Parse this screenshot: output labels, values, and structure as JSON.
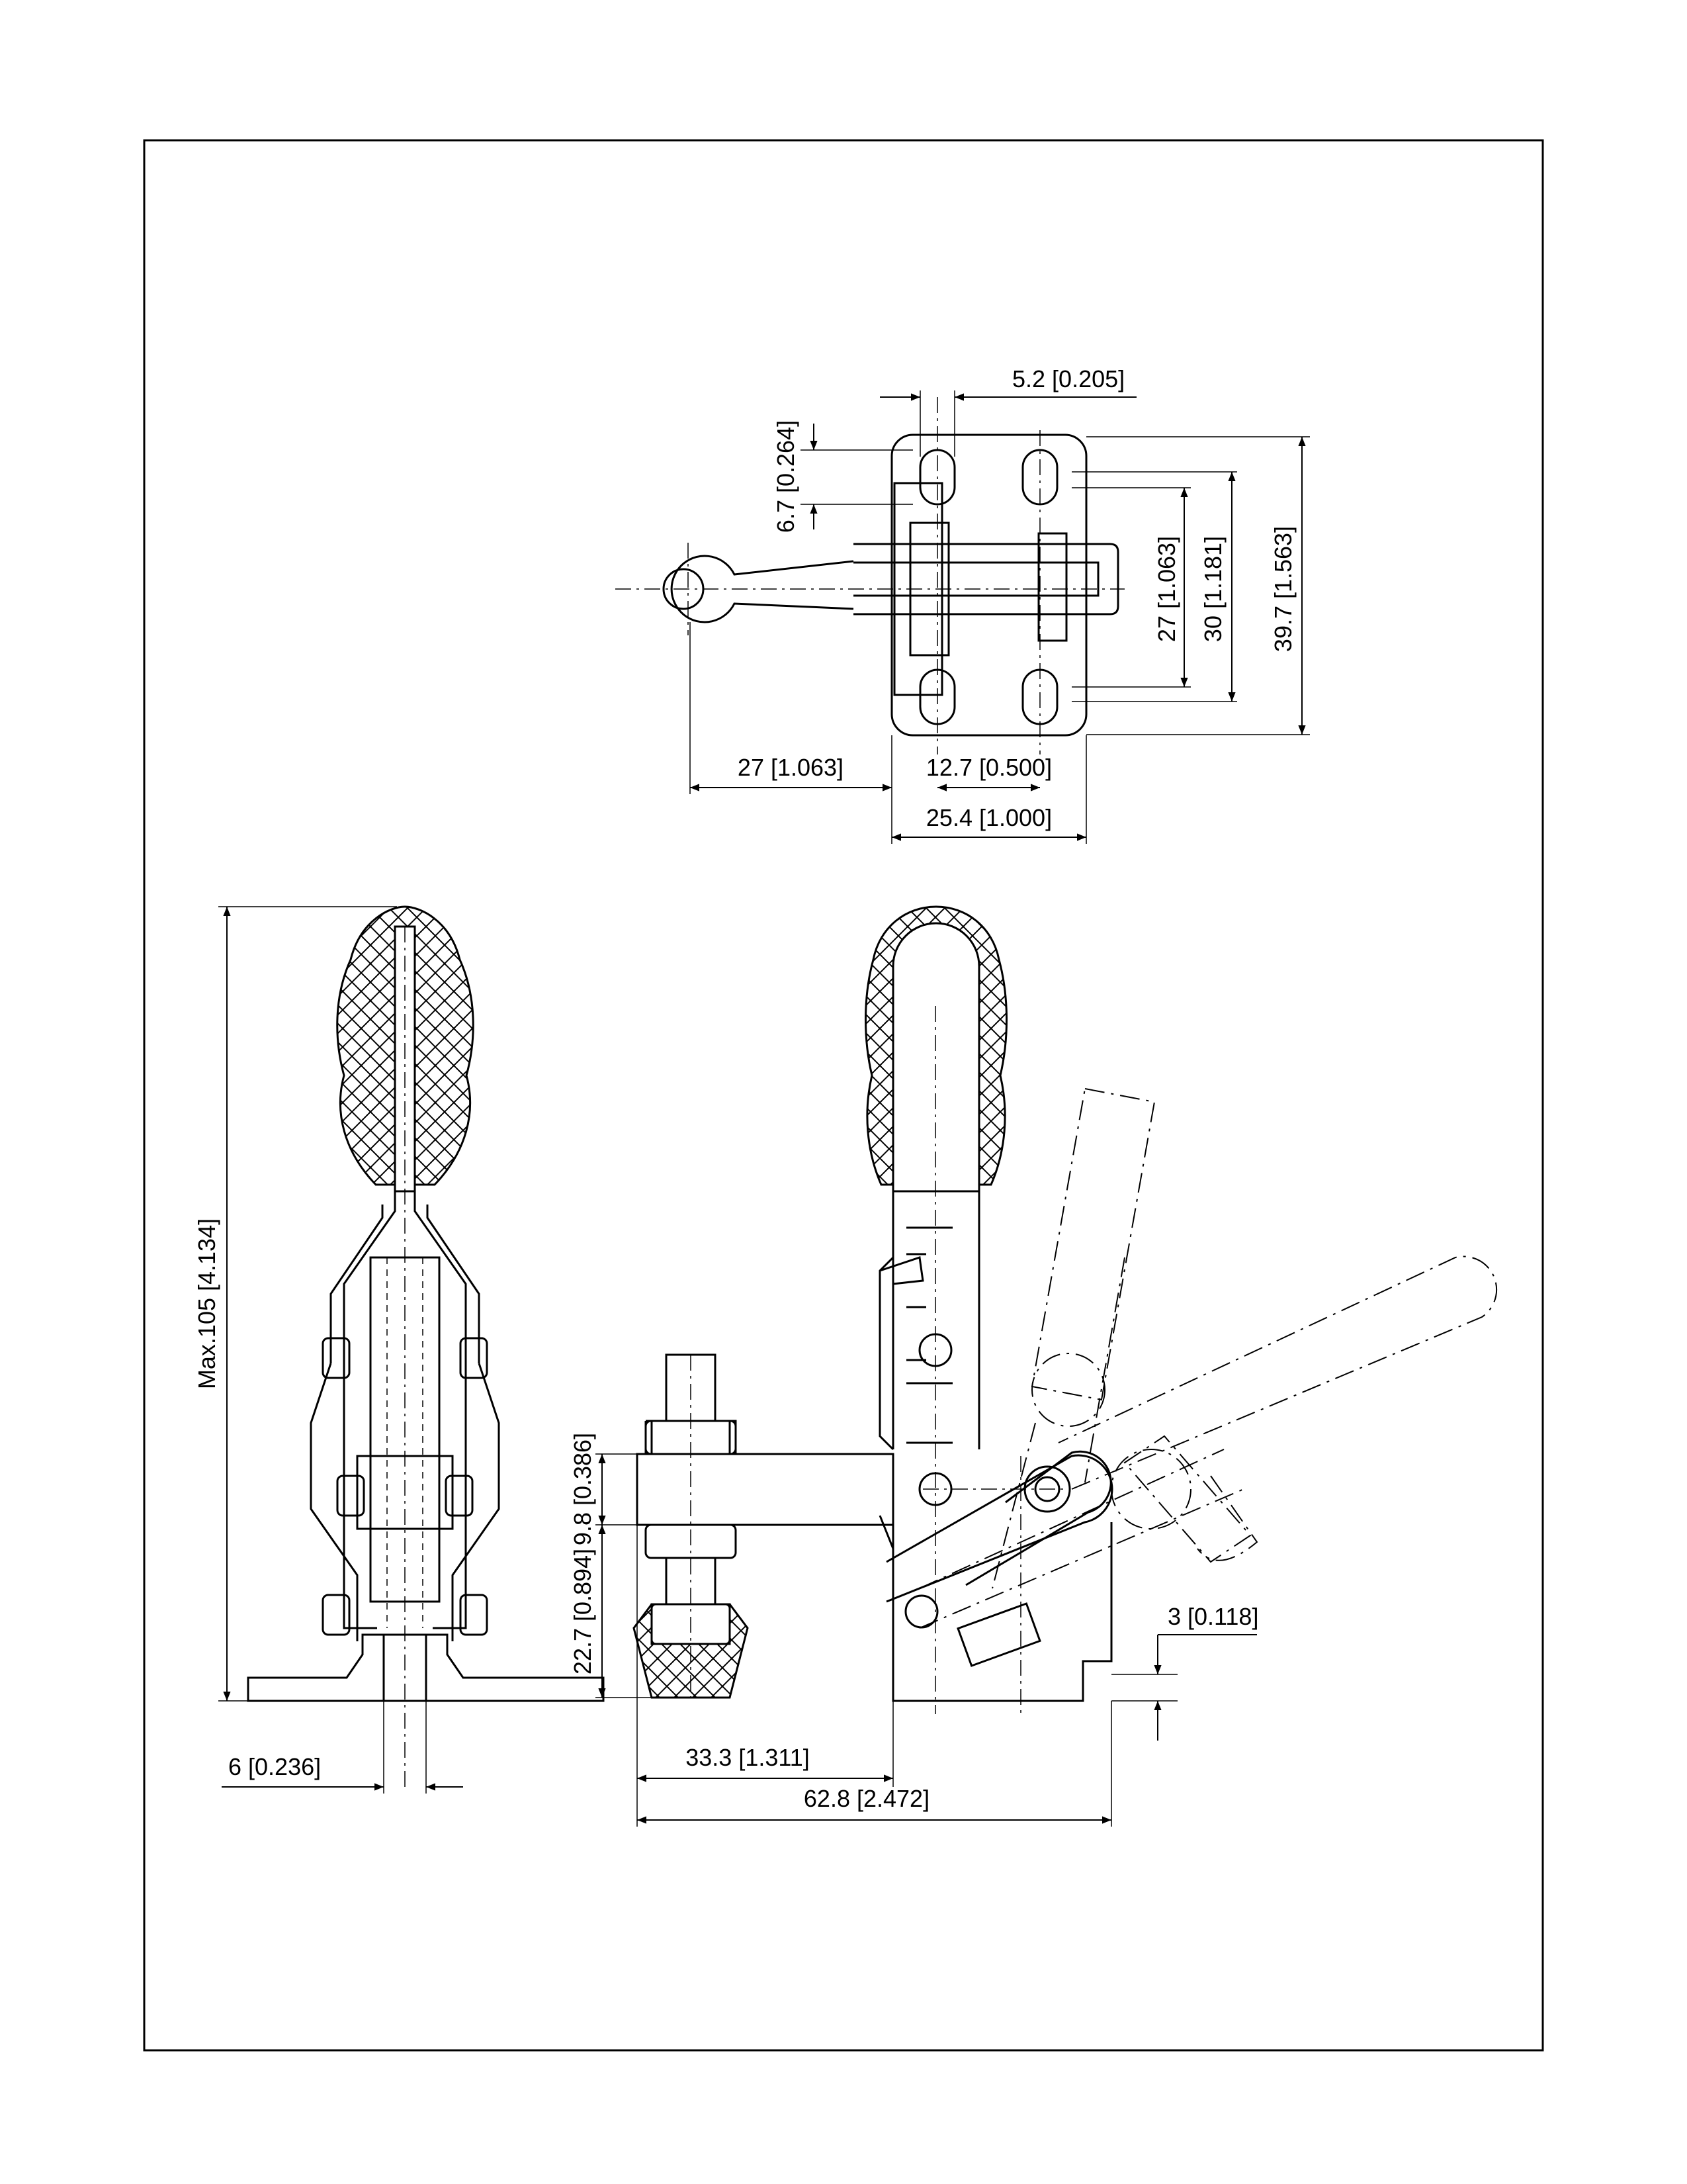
{
  "drawing": {
    "line_color": "#000000",
    "background": "#ffffff"
  },
  "dimensions": {
    "top_slot_width": "5.2 [0.205]",
    "top_hole_pitch_v": "6.7 [0.264]",
    "top_27_v": "27 [1.063]",
    "top_30_v": "30 [1.181]",
    "top_39_7_v": "39.7 [1.563]",
    "top_27_h": "27 [1.063]",
    "top_12_7_h": "12.7 [0.500]",
    "top_25_4_h": "25.4 [1.000]",
    "side_max_height": "Max.105 [4.134]",
    "side_6": "6 [0.236]",
    "front_9_8": "9.8 [0.386]",
    "front_22_7": "22.7 [0.894]",
    "front_33_3": "33.3 [1.311]",
    "front_62_8": "62.8 [2.472]",
    "front_3": "3 [0.118]"
  }
}
